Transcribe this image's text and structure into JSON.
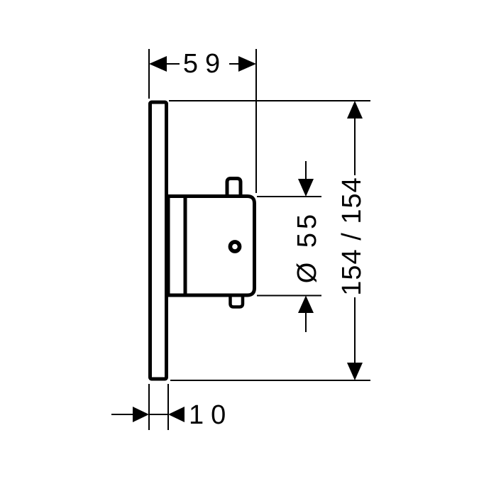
{
  "colors": {
    "line": "#000000",
    "background": "#ffffff"
  },
  "dimensions": {
    "plate_width": "59",
    "overall_height": "154 / 154",
    "body_diameter": "Ø 55",
    "plate_thickness": "10"
  }
}
